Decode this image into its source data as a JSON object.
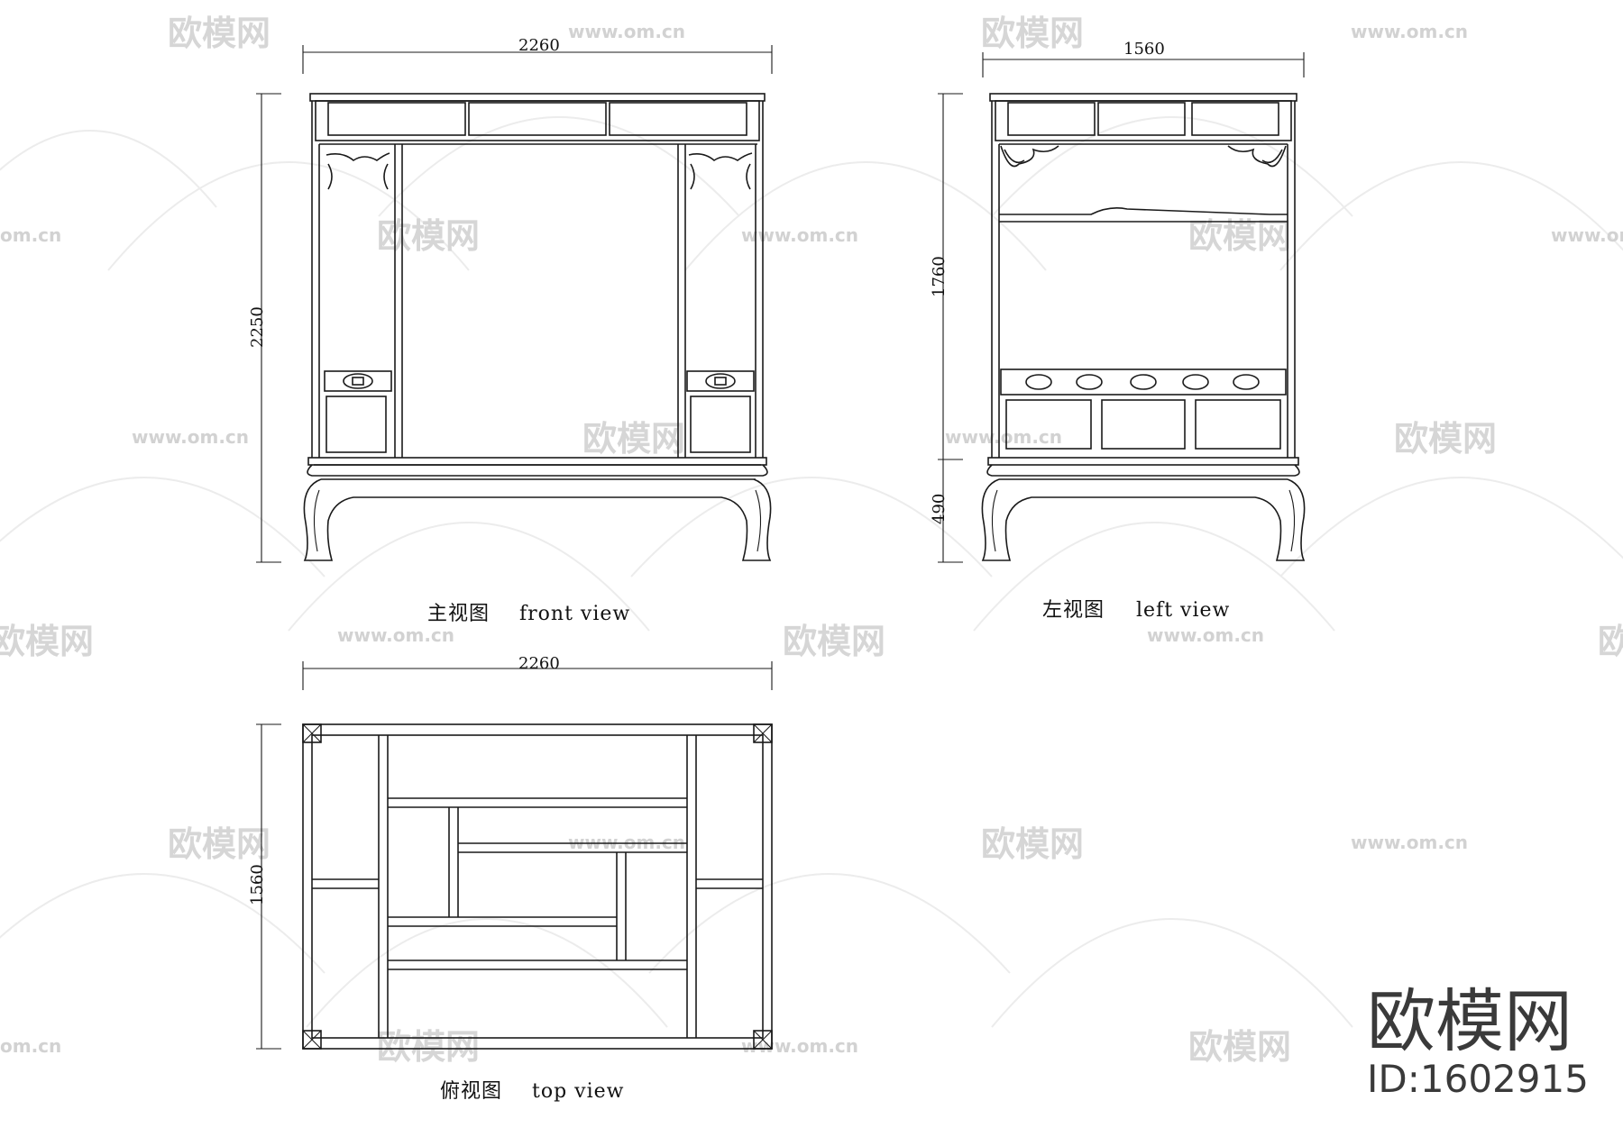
{
  "watermark": {
    "text": "欧模网",
    "url": "www.om.cn",
    "url_partial": "om.cn",
    "text_partial": "欧模网"
  },
  "front_view": {
    "caption_cn": "主视图",
    "caption_en": "front view",
    "width_dim": "2260",
    "height_dim": "2250"
  },
  "left_view": {
    "caption_cn": "左视图",
    "caption_en": "left view",
    "width_dim": "1560",
    "upper_height_dim": "1760",
    "lower_height_dim": "490"
  },
  "top_view": {
    "caption_cn": "俯视图",
    "caption_en": "top view",
    "width_dim": "2260",
    "depth_dim": "1560"
  },
  "brand": {
    "name": "欧模网",
    "id": "ID:1602915"
  }
}
